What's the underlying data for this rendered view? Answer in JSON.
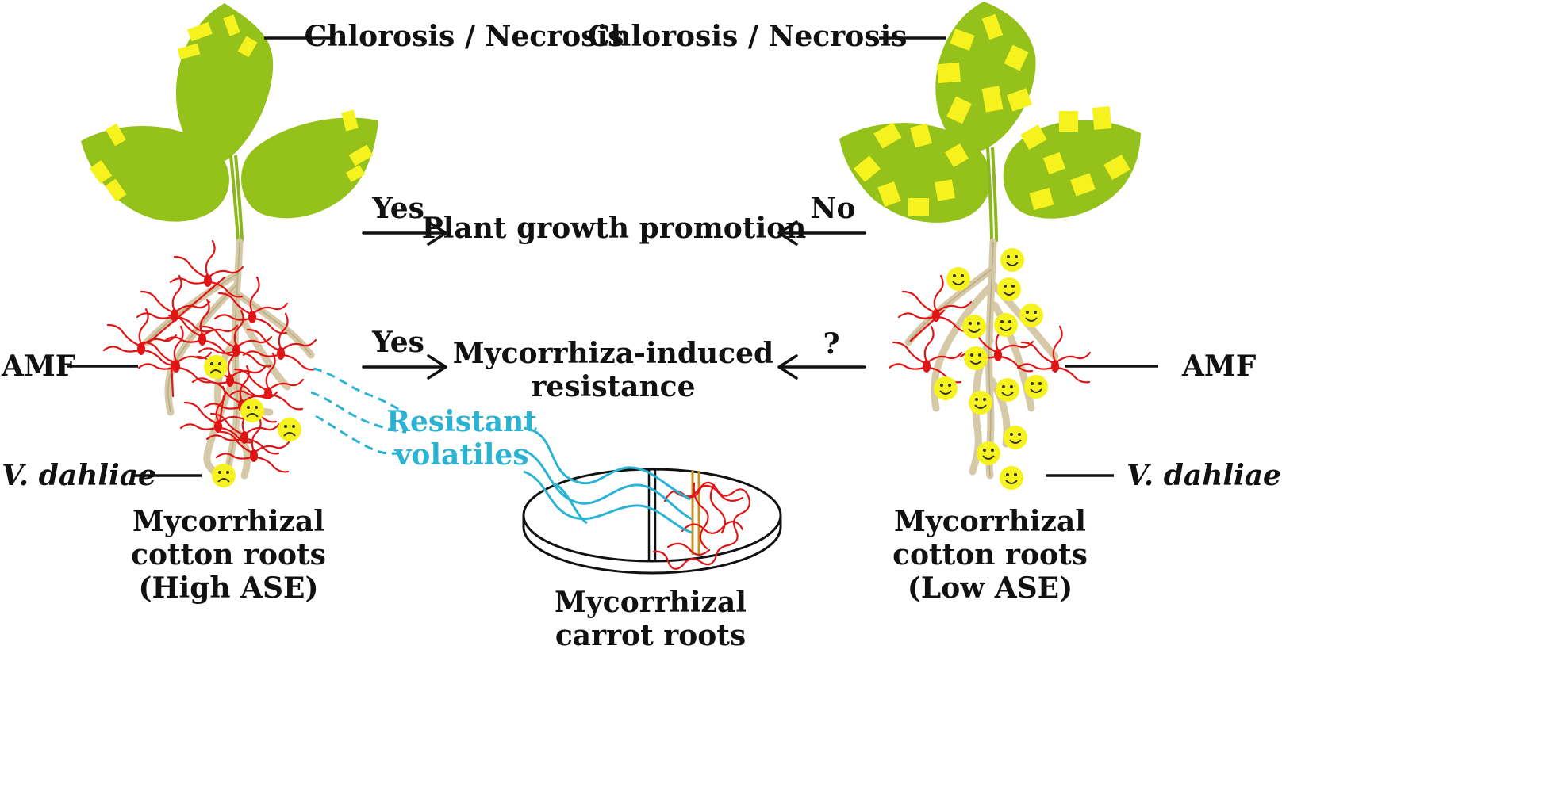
{
  "labels": {
    "chlorosis_left": "Chlorosis / Necrosis",
    "chlorosis_right": "Chlorosis / Necrosis",
    "yes_growth": "Yes",
    "no_growth": "No",
    "plant_growth": "Plant growth promotion",
    "yes_mir": "Yes",
    "question_mir": "?",
    "mir_line1": "Mycorrhiza-induced",
    "mir_line2": "resistance",
    "amf_left": "AMF",
    "amf_right": "AMF",
    "vd_left": "V. dahliae",
    "vd_right": "V. dahliae",
    "volatiles_line1": "Resistant",
    "volatiles_line2": "volatiles",
    "left_caption_1": "Mycorrhizal",
    "left_caption_2": "cotton roots",
    "left_caption_3": "(High ASE)",
    "right_caption_1": "Mycorrhizal",
    "right_caption_2": "cotton roots",
    "right_caption_3": "(Low ASE)",
    "carrot_caption_1": "Mycorrhizal",
    "carrot_caption_2": "carrot roots"
  },
  "colors": {
    "leaf": "#95c21a",
    "lesion": "#f6f21e",
    "amf_hyphae": "#e01414",
    "volatiles": "#2bb3d3",
    "root": "#d6c9a8",
    "face": "#f6f21e"
  },
  "icons": {
    "sad_face": "sad-face-icon (Verticillium dahliae suppressed)",
    "happy_face": "happy-face-icon (Verticillium dahliae thriving)"
  }
}
